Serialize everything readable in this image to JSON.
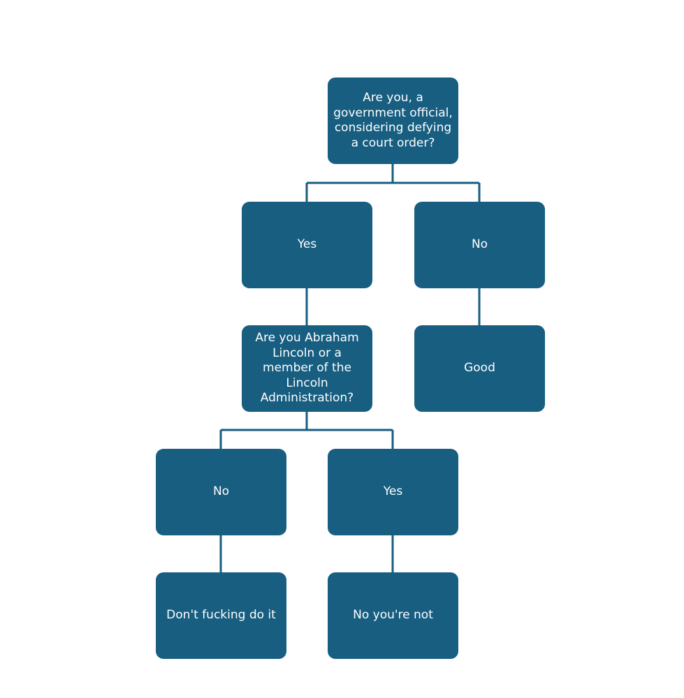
{
  "flowchart": {
    "question1": "Are you, a government official, considering defying a court order?",
    "answer_yes": "Yes",
    "answer_no": "No",
    "outcome_good": "Good",
    "question2": "Are you Abraham Lincoln or a member of the Lincoln Administration?",
    "answer2_no": "No",
    "answer2_yes": "Yes",
    "outcome_dont": "Don't fucking do it",
    "outcome_not_you": "No you're not"
  },
  "colors": {
    "node_fill": "#175e81",
    "connector": "#175e81",
    "text": "#ffffff"
  }
}
